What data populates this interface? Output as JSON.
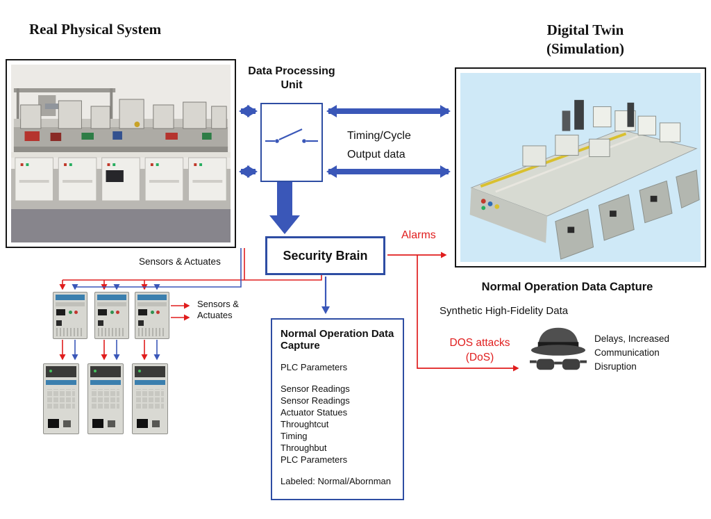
{
  "titles": {
    "physical": "Real Physical System",
    "twin_line1": "Digital Twin",
    "twin_line2": "(Simulation)"
  },
  "dpu": {
    "line1": "Data Processing",
    "line2": "Unit"
  },
  "flow": {
    "timing_line1": "Timing/Cycle",
    "timing_line2": "Output data",
    "alarms": "Alarms",
    "sensors_top": "Sensors & Actuates",
    "sensors_side_line1": "Sensors &",
    "sensors_side_line2": "Actuates"
  },
  "security_brain": {
    "label": "Security Brain"
  },
  "capture_box": {
    "title": "Normal Operation Data Capture",
    "items": [
      "PLC Parameters",
      "Sensor Readings",
      "Sensor Readings",
      "Actuator Statues",
      "Throughtcut",
      "Timing",
      "Throughbut",
      "PLC Parameters",
      "Labeled: Normal/Abornman"
    ]
  },
  "twin_side": {
    "capture_title": "Normal Operation Data Capture",
    "synthetic": "Synthetic High-Fidelity Data",
    "dos_line1": "DOS attacks",
    "dos_line2": "(DoS)",
    "impact_line1": "Delays, Increased",
    "impact_line2": "Communication",
    "impact_line3": "Disruption"
  },
  "colors": {
    "arrow_blue": "#3a57b8",
    "box_blue": "#2e4da3",
    "alert_red": "#e01d1d",
    "twin_bg": "#cfe9f7"
  }
}
